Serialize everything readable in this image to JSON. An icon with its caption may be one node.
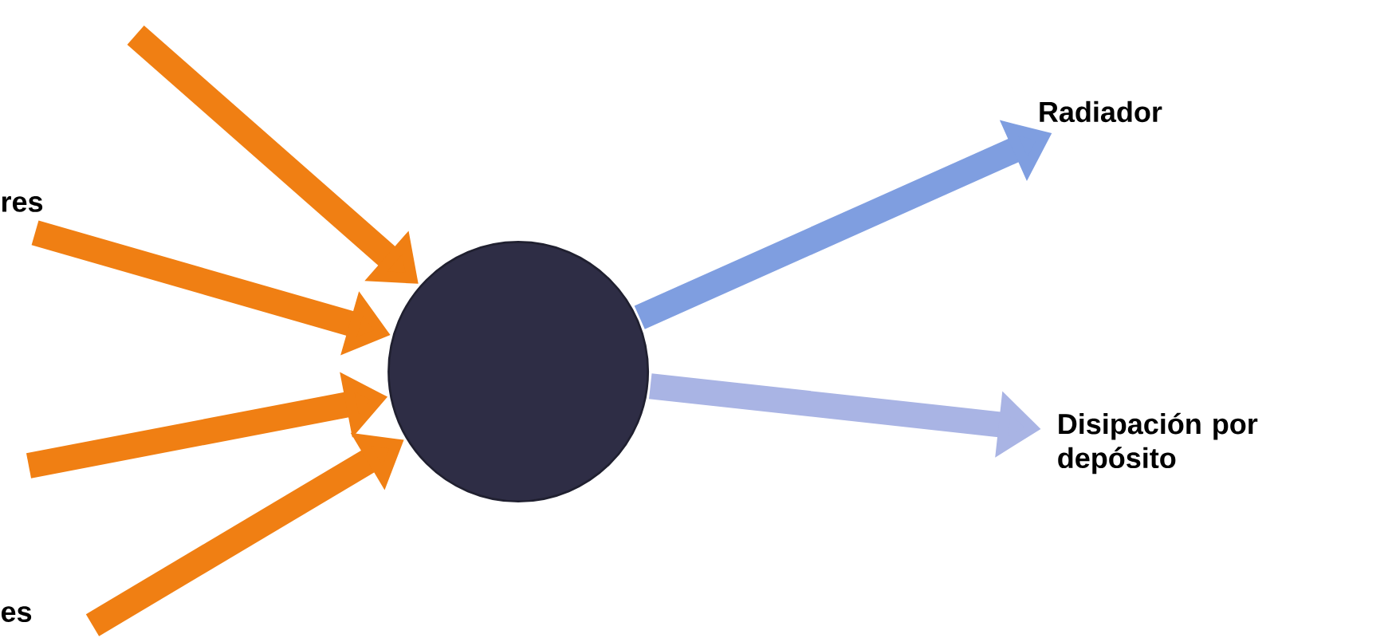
{
  "diagram": {
    "nodes": [
      {
        "text": [],
        "shape": "circle"
      },
      {
        "text": [
          "Radiador"
        ]
      },
      {
        "text": [
          "Disipación por depósito"
        ]
      }
    ],
    "edges": [
      {
        "from": null,
        "to": 0,
        "arrow": "to"
      },
      {
        "from": null,
        "to": 0,
        "arrow": "to"
      },
      {
        "from": null,
        "to": 0,
        "arrow": "to"
      },
      {
        "from": null,
        "to": 0,
        "arrow": "to"
      },
      {
        "from": 0,
        "to": 1,
        "arrow": "to",
        "color": "#7f9ee0"
      },
      {
        "from": 0,
        "to": 2,
        "arrow": "to",
        "color": "#a9b4e4"
      }
    ],
    "labels": [
      "res",
      "es"
    ]
  }
}
